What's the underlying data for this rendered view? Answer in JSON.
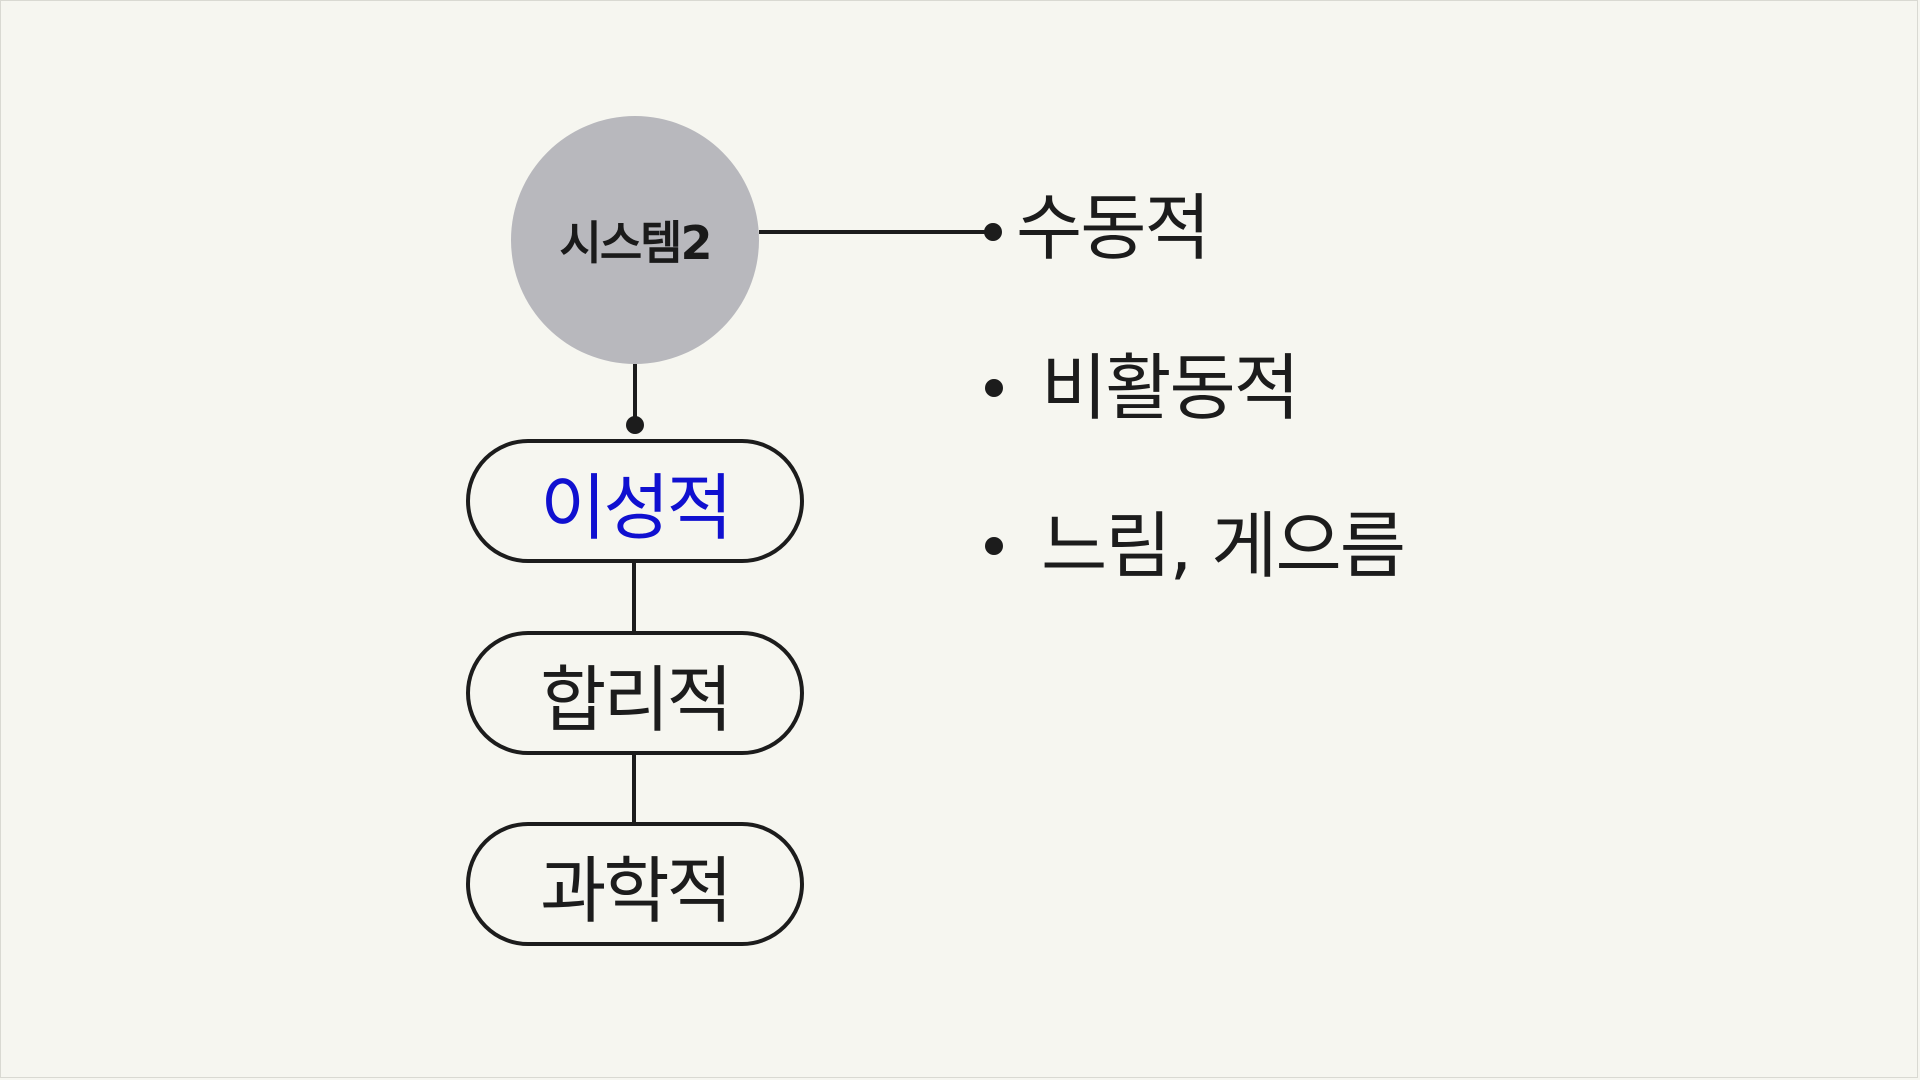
{
  "diagram": {
    "root": {
      "label": "시스템2"
    },
    "chain": [
      {
        "label": "이성적",
        "accent_color": "#1010d0"
      },
      {
        "label": "합리적"
      },
      {
        "label": "과학적"
      }
    ],
    "side_label": "수동적",
    "bullets": [
      {
        "text": "비활동적"
      },
      {
        "text": "느림, 게으름"
      }
    ],
    "colors": {
      "background": "#f6f6f0",
      "circle_fill": "#b8b8bd",
      "line": "#1c1c1c",
      "accent_text": "#1010d0"
    }
  }
}
